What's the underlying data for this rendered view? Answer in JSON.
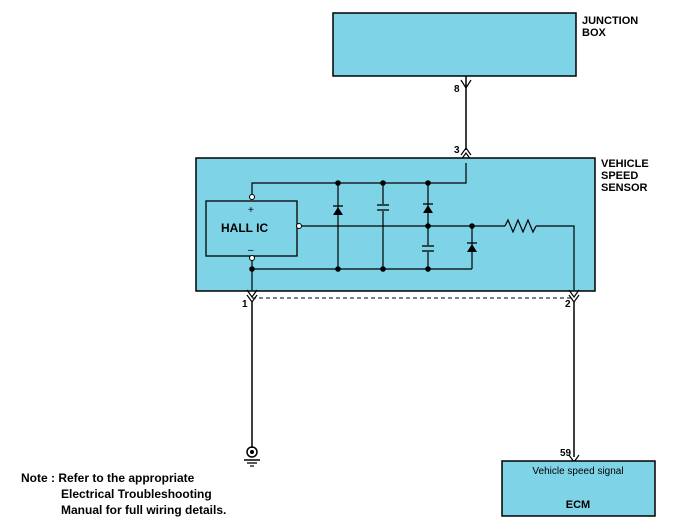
{
  "junction_box": {
    "label_line1": "JUNCTION",
    "label_line2": "BOX",
    "pin": "8"
  },
  "sensor": {
    "label_line1": "VEHICLE",
    "label_line2": "SPEED",
    "label_line3": "SENSOR",
    "pin_top": "3",
    "pin_ground": "1",
    "pin_signal": "2",
    "hall_ic_label": "HALL IC",
    "plus": "+",
    "minus": "–"
  },
  "ecm": {
    "pin": "59",
    "signal_label": "Vehicle speed signal",
    "label": "ECM"
  },
  "ground": {
    "icon": "ground-icon"
  },
  "note": {
    "line1": "Note : Refer to the appropriate",
    "line2": "Electrical Troubleshooting",
    "line3": "Manual for full wiring details."
  },
  "colors": {
    "box_fill": "#7fd3e6",
    "wire": "#000000"
  }
}
